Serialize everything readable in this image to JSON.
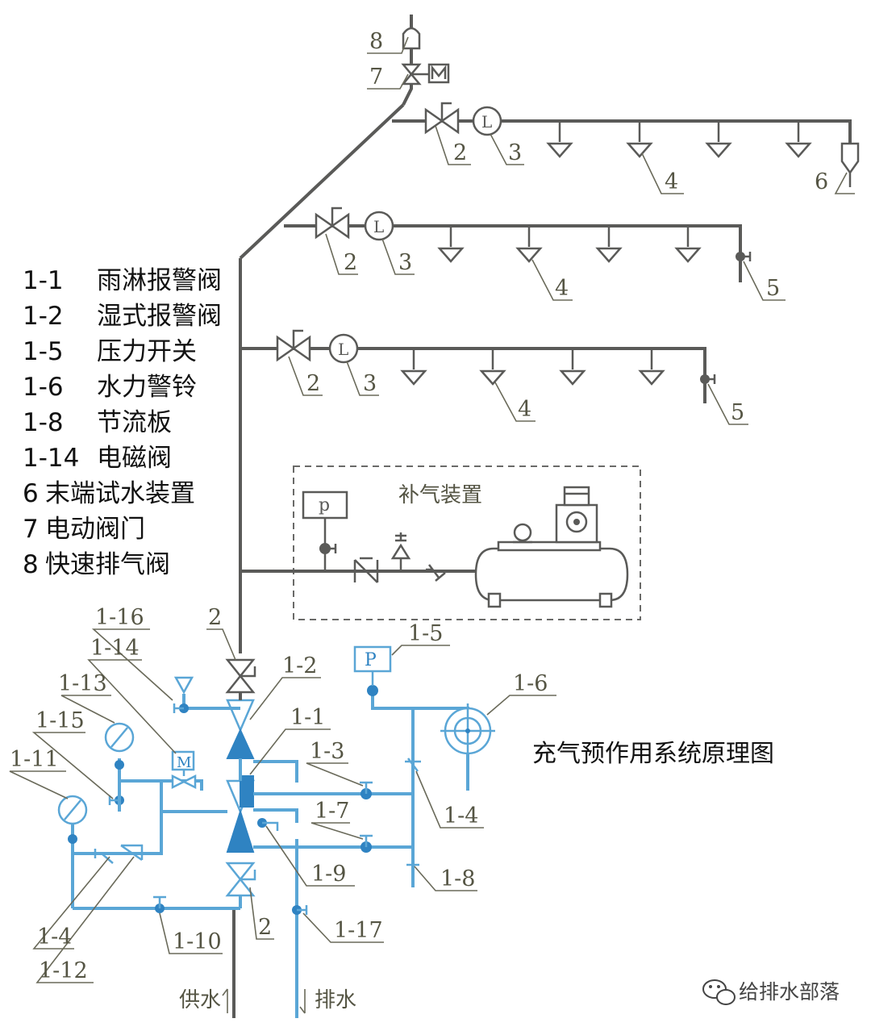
{
  "legend": {
    "items": [
      {
        "code": "1-1",
        "name": "雨淋报警阀"
      },
      {
        "code": "1-2",
        "name": "湿式报警阀"
      },
      {
        "code": "1-5",
        "name": "压力开关"
      },
      {
        "code": "1-6",
        "name": "水力警铃"
      },
      {
        "code": "1-8",
        "name": "节流板"
      },
      {
        "code": "1-14",
        "name": "电磁阀"
      },
      {
        "code": "6",
        "name": "末端试水装置"
      },
      {
        "code": "7",
        "name": "电动阀门"
      },
      {
        "code": "8",
        "name": "快速排气阀"
      }
    ]
  },
  "caption": "充气预作用系统原理图",
  "air_supply_label": "补气装置",
  "supply_label": "供水",
  "drain_label": "排水",
  "watermark": "给排水部落",
  "symbols": {
    "pressure_gauge_letter": "p",
    "pressure_switch_letter": "P",
    "motor_letter": "M",
    "flow_indicator_letter": "L"
  },
  "callouts": {
    "c8": "8",
    "c7": "7",
    "c2a": "2",
    "c3a": "3",
    "c4a": "4",
    "c6": "6",
    "c2b": "2",
    "c3b": "3",
    "c4b": "4",
    "c5b": "5",
    "c2c": "2",
    "c3c": "3",
    "c4c": "4",
    "c5c": "5",
    "c2_top": "2",
    "c1_2": "1-2",
    "c1_1": "1-1",
    "c1_16": "1-16",
    "c1_14": "1-14",
    "c1_13": "1-13",
    "c1_15": "1-15",
    "c1_11": "1-11",
    "c1_5": "1-5",
    "c1_6": "1-6",
    "c1_3": "1-3",
    "c1_4r": "1-4",
    "c1_7": "1-7",
    "c1_9": "1-9",
    "c1_8": "1-8",
    "c1_17": "1-17",
    "c1_10": "1-10",
    "c2_bot": "2",
    "c1_4l": "1-4",
    "c1_12": "1-12"
  },
  "colors": {
    "gray_pipe": "#5a5a58",
    "blue_pipe": "#5aa6d6",
    "blue_solid": "#2f83c2",
    "watermark": "#444444"
  }
}
